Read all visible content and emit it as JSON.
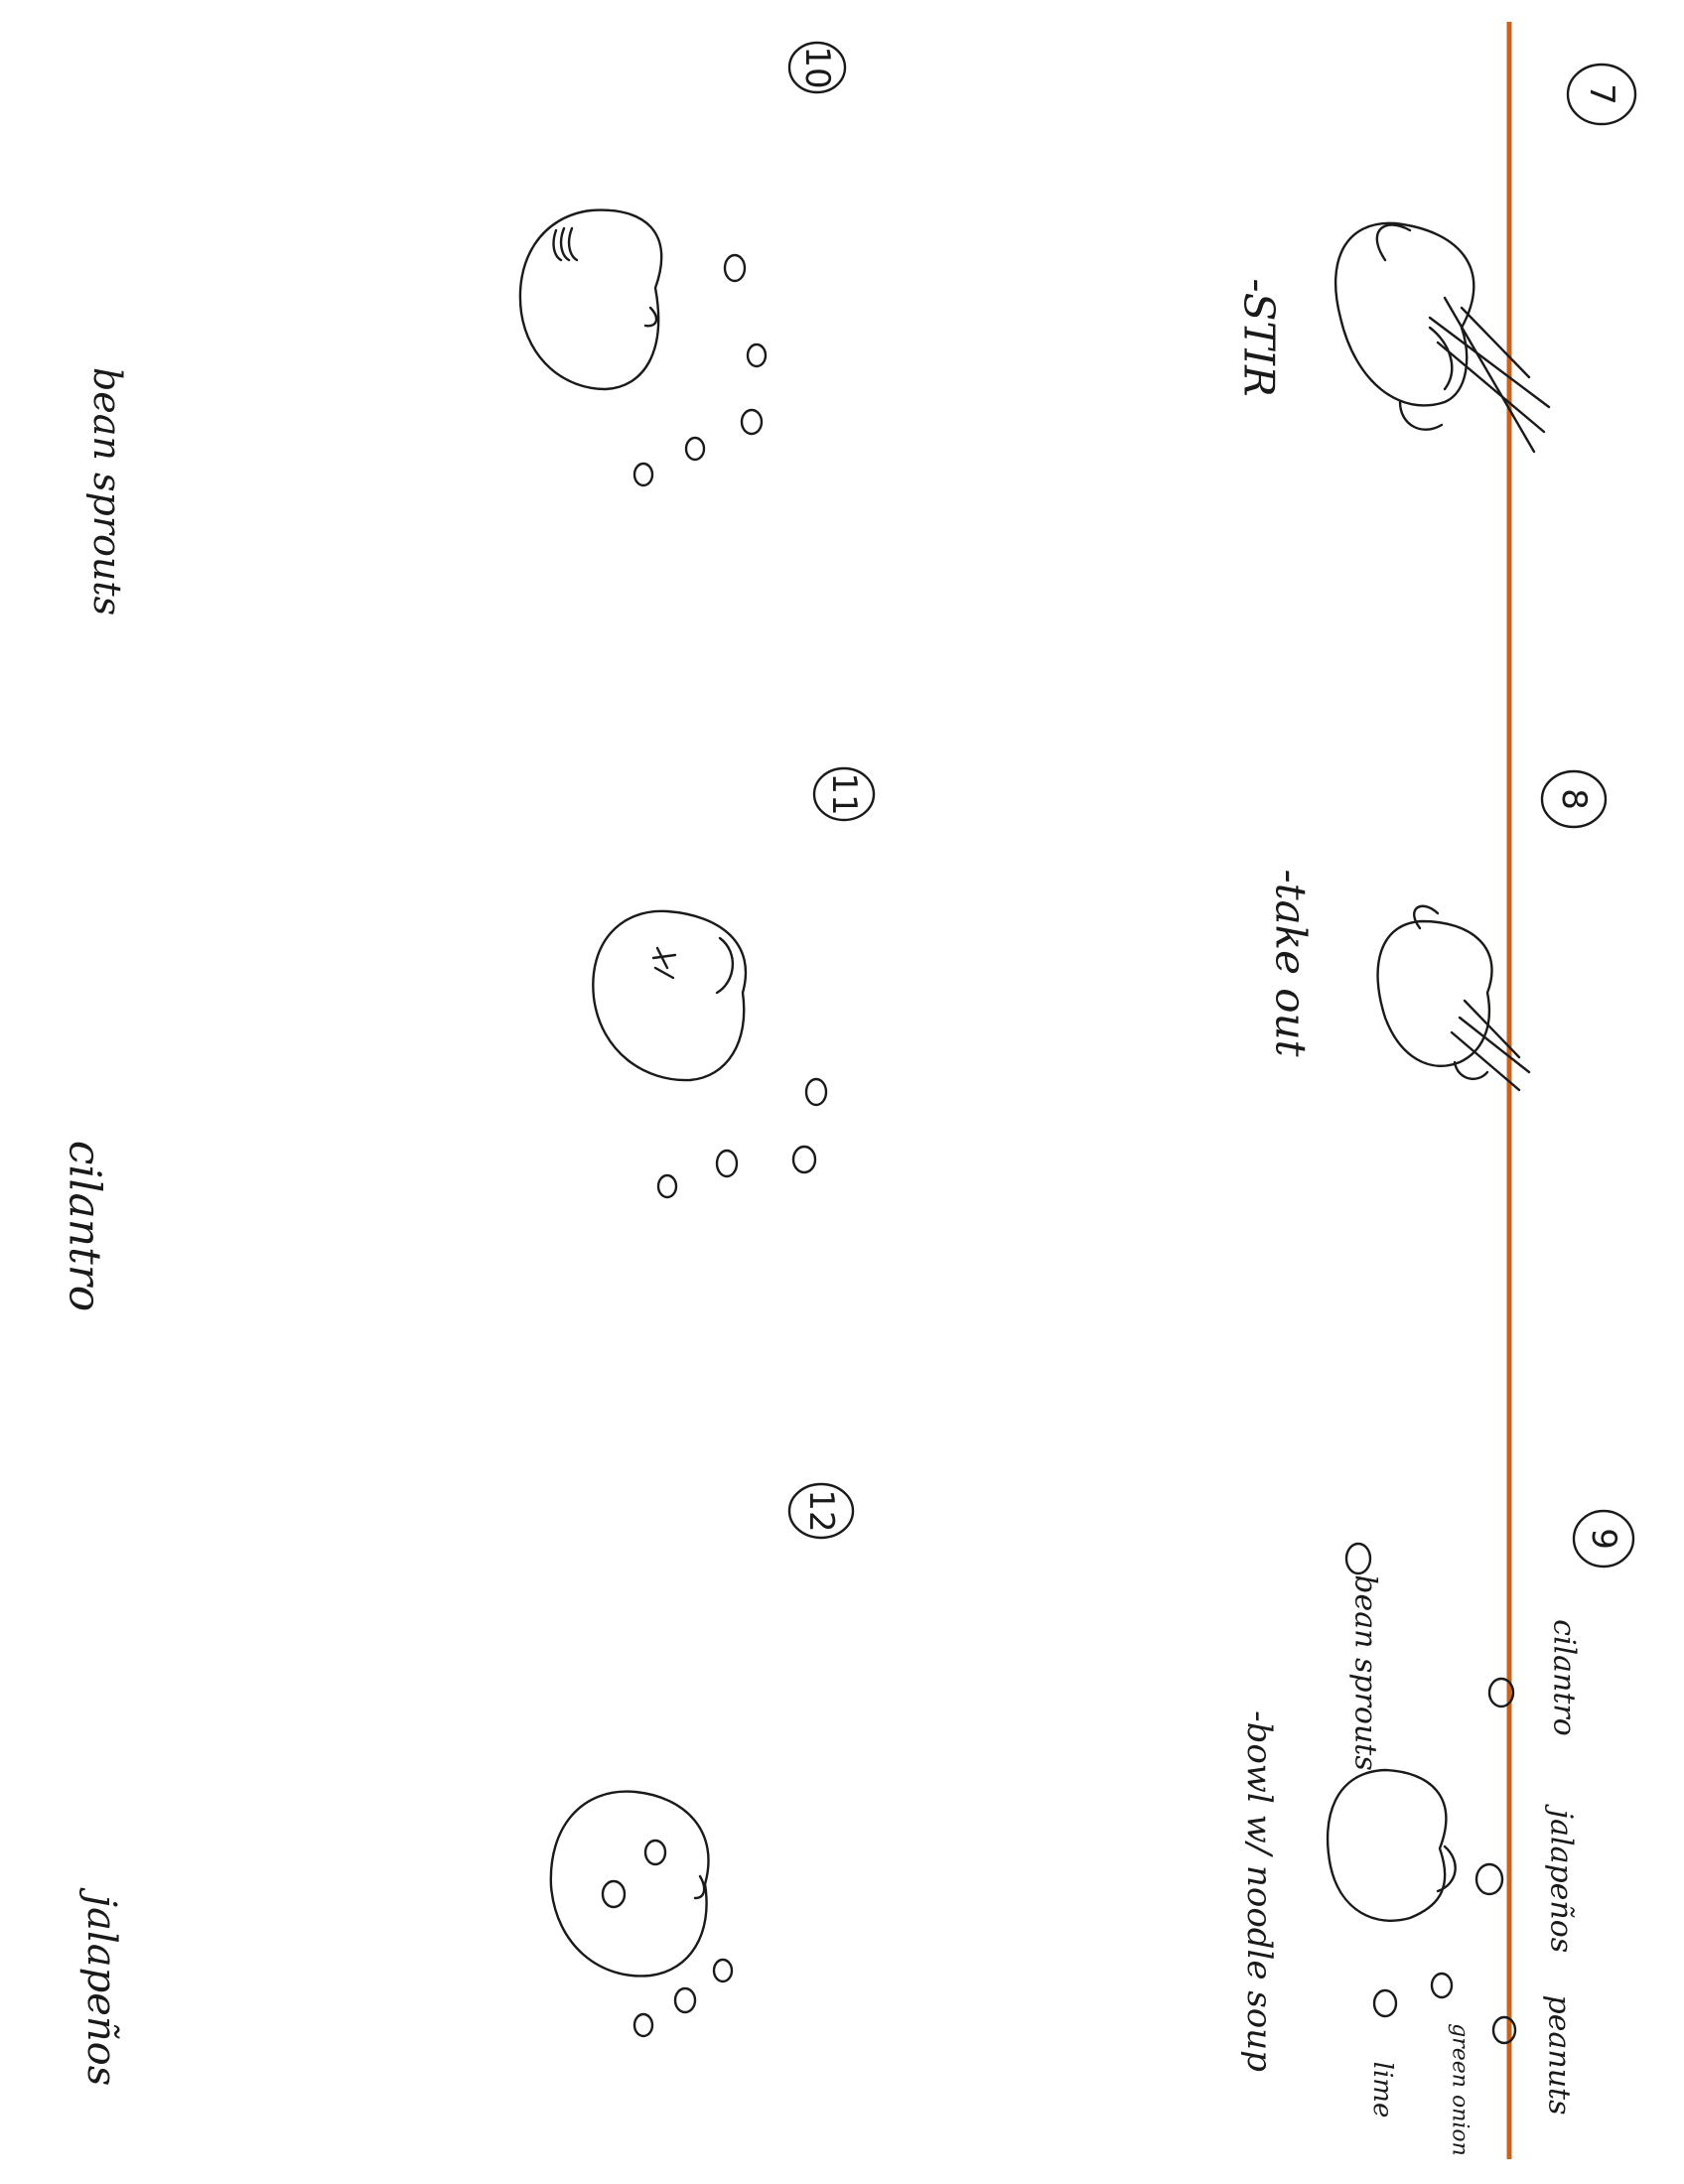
{
  "divider": {
    "color": "#c8641e"
  },
  "ink_color": "#1a1a1a",
  "frames": [
    {
      "number": "7",
      "caption": "-STIR"
    },
    {
      "number": "8",
      "caption": "-take out"
    },
    {
      "number": "9",
      "caption": "-bowl w/ noodle soup",
      "labels": {
        "cilantro": "cilantro",
        "jalapenos": "jalapeños",
        "peanuts": "peanuts",
        "green_onion": "green onion",
        "lime": "lime",
        "bean_sprouts": "bean sprouts"
      }
    },
    {
      "number": "10",
      "caption": "bean sprouts"
    },
    {
      "number": "11",
      "caption": "cilantro"
    },
    {
      "number": "12",
      "caption": "jalapeños"
    }
  ]
}
